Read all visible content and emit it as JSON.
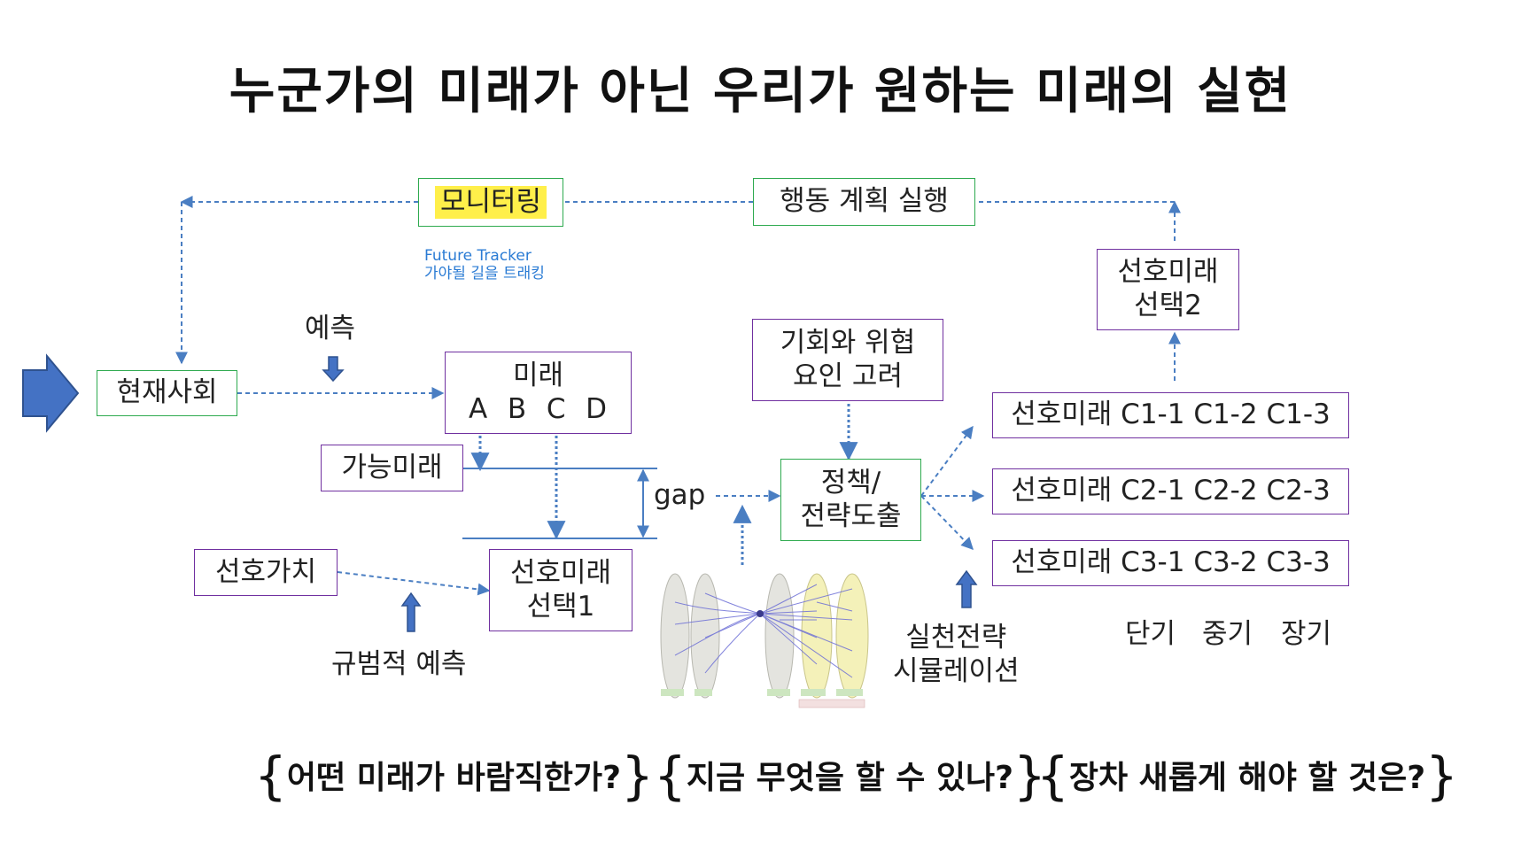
{
  "title": "누군가의 미래가 아닌 우리가 원하는 미래의 실현",
  "nodes": {
    "present_society": "현재사회",
    "monitoring": "모니터링",
    "action_plan": "행동 계획 실행",
    "future": {
      "title": "미래",
      "options": "A  B  C  D"
    },
    "possible_future": "가능미래",
    "preferred_values": "선호가치",
    "preferred_future_1": {
      "line1": "선호미래",
      "line2": "선택1"
    },
    "opportunity_threat": {
      "line1": "기회와 위협",
      "line2": "요인 고려"
    },
    "policy_strategy": {
      "line1": "정책/",
      "line2": "전략도출"
    },
    "preferred_future_2": {
      "line1": "선호미래",
      "line2": "선택2"
    },
    "c1": "선호미래 C1-1 C1-2 C1-3",
    "c2": "선호미래 C2-1 C2-2 C2-3",
    "c3": "선호미래 C3-1 C3-2 C3-3"
  },
  "labels": {
    "forecast": "예측",
    "normative_forecast": "규범적 예측",
    "gap": "gap",
    "practice_strategy": {
      "line1": "실천전략",
      "line2": "시뮬레이션"
    },
    "horizons": [
      "단기",
      "중기",
      "장기"
    ]
  },
  "caption": {
    "line1": "Future Tracker",
    "line2": "가야될 길을 트래킹"
  },
  "questions": [
    "어떤 미래가 바람직한가?",
    "지금 무엇을 할 수 있나?",
    "장차 새롭게 해야 할 것은?"
  ],
  "colors": {
    "green_border": "#2eaa4f",
    "purple_border": "#7030a0",
    "connector": "#4a7ec2",
    "arrow_fill": "#4472c4",
    "highlight": "#ffef4a",
    "caption": "#2a7bd4"
  },
  "icons": {
    "input_arrow": "block-arrow-right",
    "forecast_arrow": "block-arrow-down",
    "up_arrow": "block-arrow-up"
  }
}
